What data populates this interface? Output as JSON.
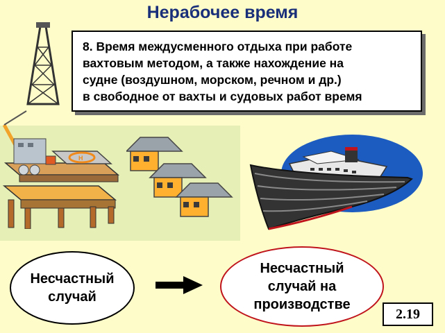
{
  "slide": {
    "title": "Нерабочее время",
    "text_lines": [
      "8. Время междусменного отдыха при работе",
      "вахтовым методом, а также нахождение на",
      "судне (воздушном, морском, речном и др.)",
      "в свободное от вахты и судовых работ время"
    ],
    "oval_left_lines": [
      "Несчастный",
      "случай"
    ],
    "oval_right_lines": [
      "Несчастный",
      "случай на",
      "производстве"
    ],
    "page_number": "2.19"
  },
  "colors": {
    "background": "#fefcc8",
    "title": "#1a2f7a",
    "scene_background": "#e6efb6",
    "right_oval_border": "#c0141c",
    "house_wall": "#ffb02e",
    "roof": "#9aa2aa",
    "ship_hull": "#333333",
    "ship_backdrop": "#1c5bc0"
  },
  "icons": [
    "oil-platform-icon",
    "houses-icon",
    "ship-icon",
    "right-arrow-icon"
  ]
}
